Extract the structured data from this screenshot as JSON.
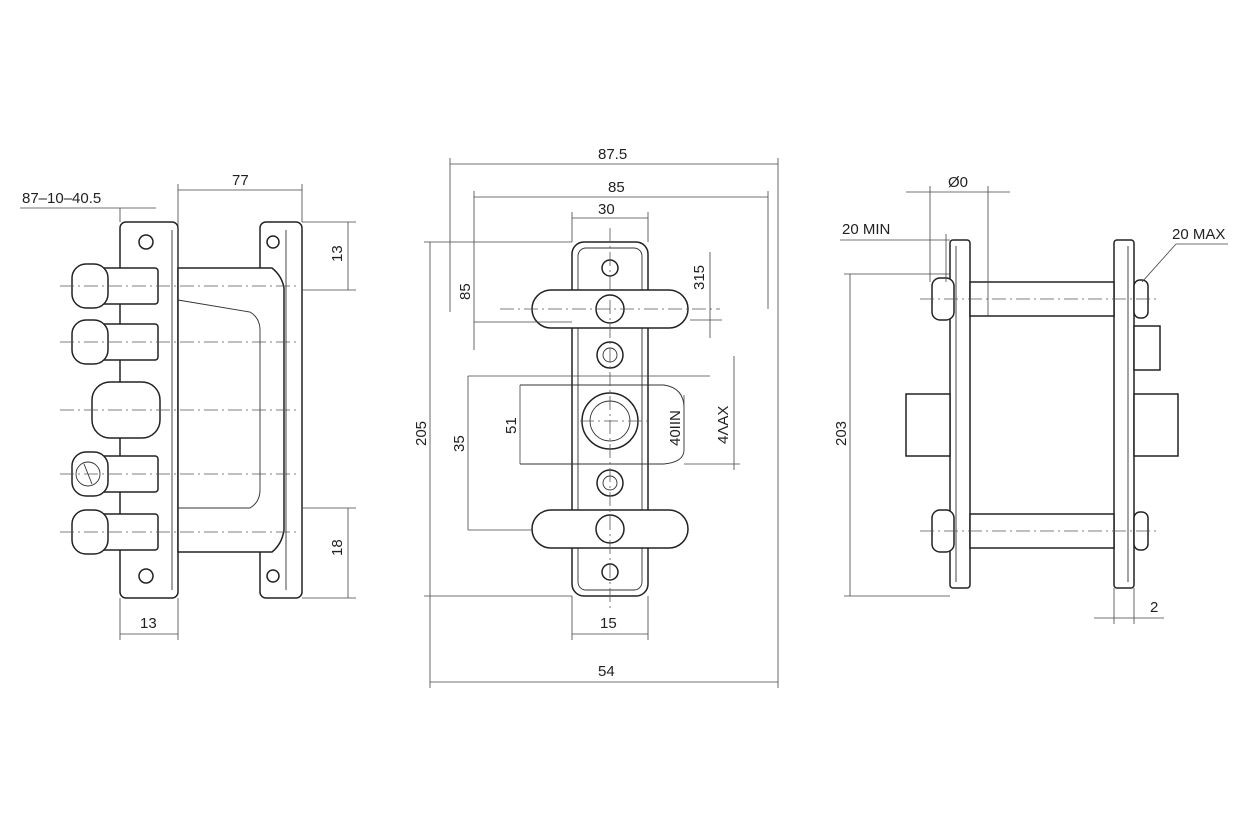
{
  "views": {
    "side": {
      "dims": {
        "range": "87–10–40.5",
        "body_length": "77",
        "top_offset": "13",
        "bottom_offset": "18",
        "plate_width": "13"
      }
    },
    "front": {
      "dims": {
        "outer_width": "87.5",
        "bolt_span": "85",
        "plate_top_width": "30",
        "left_height": "85",
        "center_offset": "315",
        "overall_height": "205",
        "cylinder_height": "35",
        "bolt_pitch": "51",
        "cyl_min": "40IIN",
        "cyl_max": "4ΛAX",
        "plate_bottom_width": "15",
        "overall_width": "54"
      }
    },
    "end": {
      "dims": {
        "diameter": "Ø0",
        "min_label": "20 MIN",
        "max_label": "20 MAX",
        "height": "203",
        "plate_thickness": "2"
      }
    }
  }
}
